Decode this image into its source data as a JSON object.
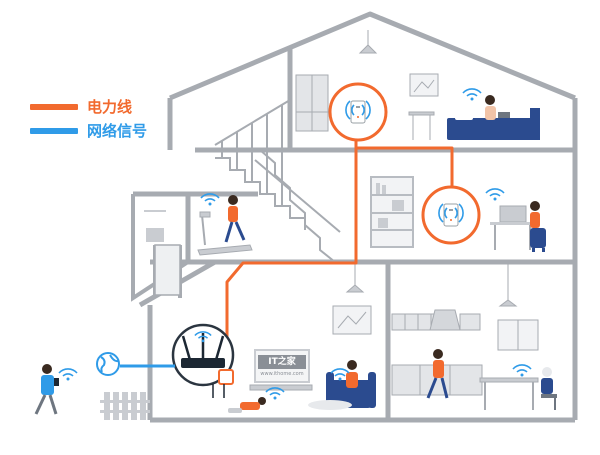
{
  "legend": {
    "power_line": {
      "label": "电力线",
      "color": "#f26a2e"
    },
    "wifi_signal": {
      "label": "网络信号",
      "color": "#2f9be8"
    }
  },
  "logo": {
    "brand": "IT之家",
    "url": "www.ithome.com"
  },
  "colors": {
    "house_outline": "#a7abb1",
    "furniture": "#c9ccd1",
    "power_line": "#f26a2e",
    "wifi": "#2f9be8",
    "router": "#1c2733",
    "sofa": "#2b4b8f"
  },
  "icons": [
    "router-icon",
    "extender-icon",
    "wifi-icon",
    "globe-icon",
    "person-icon",
    "fence-icon"
  ]
}
